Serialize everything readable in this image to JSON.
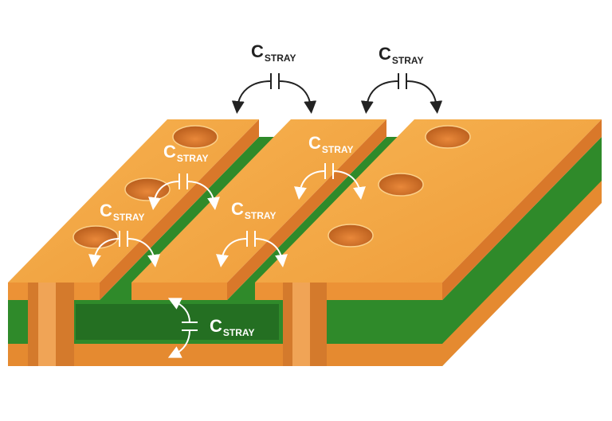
{
  "labels": [
    {
      "main": "C",
      "sub": "STRAY"
    },
    {
      "main": "C",
      "sub": "STRAY"
    },
    {
      "main": "C",
      "sub": "STRAY"
    },
    {
      "main": "C",
      "sub": "STRAY"
    },
    {
      "main": "C",
      "sub": "STRAY"
    },
    {
      "main": "C",
      "sub": "STRAY"
    },
    {
      "main": "C",
      "sub": "STRAY"
    }
  ],
  "colors": {
    "copper": "#f2a03c",
    "copper_dark": "#d9782a",
    "substrate": "#2f8a2a",
    "substrate_dark": "#1f6a1e",
    "label_dark": "#222222",
    "label_light": "#ffffff"
  }
}
